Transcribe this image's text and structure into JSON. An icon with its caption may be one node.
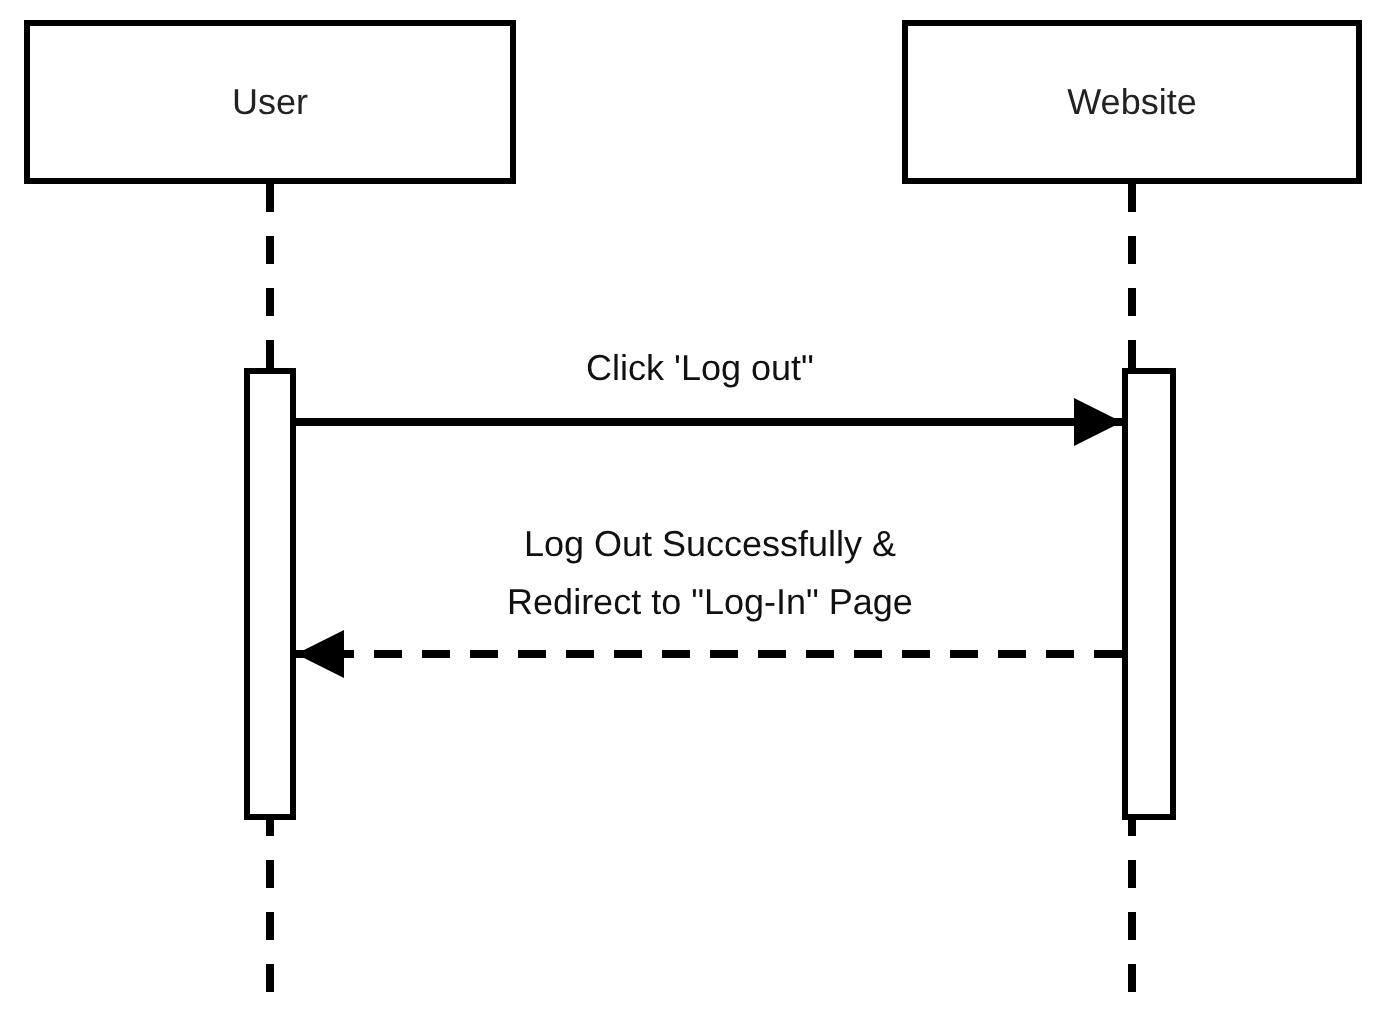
{
  "diagram": {
    "nodes": [
      {
        "text": [
          "User"
        ]
      },
      {
        "text": [
          "Website"
        ]
      },
      {
        "text": [],
        "shape": "bar"
      },
      {
        "text": [],
        "shape": "bar"
      }
    ],
    "edges": [
      {
        "from": 2,
        "to": 3,
        "arrow": "to",
        "label": "Click 'Log out\""
      },
      {
        "from": 3,
        "to": 2,
        "arrow": "to",
        "style": "dashed",
        "label": "Log Out Successfully & Redirect to \"Log-In\" Page"
      }
    ]
  }
}
